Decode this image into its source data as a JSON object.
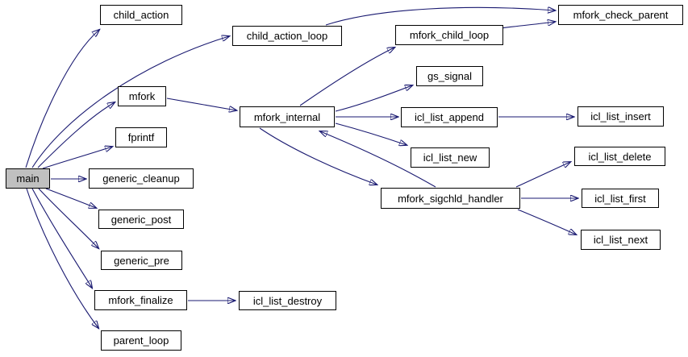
{
  "diagram": {
    "type": "call-graph",
    "colors": {
      "background": "#ffffff",
      "edge": "#191970",
      "node_border": "#000000",
      "node_fill": "#ffffff",
      "highlight_node_fill": "#c0c0c0"
    },
    "nodes": {
      "main": {
        "label": "main",
        "highlighted": true
      },
      "child_action": {
        "label": "child_action"
      },
      "child_action_loop": {
        "label": "child_action_loop"
      },
      "mfork": {
        "label": "mfork"
      },
      "fprintf": {
        "label": "fprintf"
      },
      "generic_cleanup": {
        "label": "generic_cleanup"
      },
      "generic_post": {
        "label": "generic_post"
      },
      "generic_pre": {
        "label": "generic_pre"
      },
      "mfork_finalize": {
        "label": "mfork_finalize"
      },
      "parent_loop": {
        "label": "parent_loop"
      },
      "mfork_internal": {
        "label": "mfork_internal"
      },
      "mfork_child_loop": {
        "label": "mfork_child_loop"
      },
      "gs_signal": {
        "label": "gs_signal"
      },
      "icl_list_append": {
        "label": "icl_list_append"
      },
      "icl_list_new": {
        "label": "icl_list_new"
      },
      "mfork_sigchld_handler": {
        "label": "mfork_sigchld_handler"
      },
      "mfork_check_parent": {
        "label": "mfork_check_parent"
      },
      "icl_list_insert": {
        "label": "icl_list_insert"
      },
      "icl_list_delete": {
        "label": "icl_list_delete"
      },
      "icl_list_first": {
        "label": "icl_list_first"
      },
      "icl_list_next": {
        "label": "icl_list_next"
      },
      "icl_list_destroy": {
        "label": "icl_list_destroy"
      }
    },
    "edges": [
      {
        "from": "main",
        "to": "child_action"
      },
      {
        "from": "main",
        "to": "child_action_loop"
      },
      {
        "from": "main",
        "to": "mfork"
      },
      {
        "from": "main",
        "to": "fprintf"
      },
      {
        "from": "main",
        "to": "generic_cleanup"
      },
      {
        "from": "main",
        "to": "generic_post"
      },
      {
        "from": "main",
        "to": "generic_pre"
      },
      {
        "from": "main",
        "to": "mfork_finalize"
      },
      {
        "from": "main",
        "to": "parent_loop"
      },
      {
        "from": "mfork",
        "to": "mfork_internal"
      },
      {
        "from": "child_action_loop",
        "to": "mfork_check_parent"
      },
      {
        "from": "mfork_child_loop",
        "to": "mfork_check_parent"
      },
      {
        "from": "mfork_internal",
        "to": "mfork_child_loop"
      },
      {
        "from": "mfork_internal",
        "to": "gs_signal"
      },
      {
        "from": "mfork_internal",
        "to": "icl_list_append"
      },
      {
        "from": "mfork_internal",
        "to": "icl_list_new"
      },
      {
        "from": "mfork_internal",
        "to": "mfork_sigchld_handler"
      },
      {
        "from": "mfork_sigchld_handler",
        "to": "mfork_internal"
      },
      {
        "from": "icl_list_append",
        "to": "icl_list_insert"
      },
      {
        "from": "mfork_sigchld_handler",
        "to": "icl_list_delete"
      },
      {
        "from": "mfork_sigchld_handler",
        "to": "icl_list_first"
      },
      {
        "from": "mfork_sigchld_handler",
        "to": "icl_list_next"
      },
      {
        "from": "mfork_finalize",
        "to": "icl_list_destroy"
      }
    ]
  }
}
